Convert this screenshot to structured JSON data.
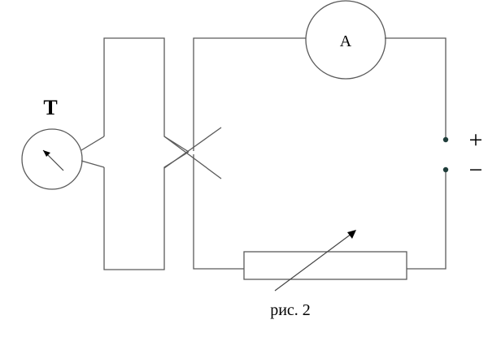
{
  "diagram": {
    "thermometer_label": "T",
    "ammeter_label": "A",
    "plus_label": "+",
    "minus_label": "−",
    "caption": "рис. 2"
  },
  "colors": {
    "wire": "#5a5a5a",
    "terminal_dot": "#1f3d3a",
    "text": "#000000"
  }
}
